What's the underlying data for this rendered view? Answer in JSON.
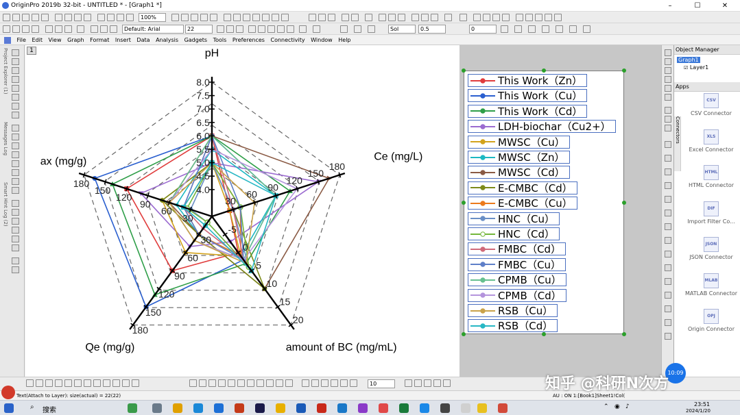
{
  "window": {
    "title": "OriginPro 2019b 32-bit - UNTITLED * - [Graph1 *]",
    "minimize": "–",
    "maximize": "☐",
    "close": "✕"
  },
  "toolbar": {
    "zoom": "100%",
    "font": "Default: Arial",
    "font_size": "22",
    "line_style": "Sol",
    "line_width": "0.5",
    "plot_offset": "0",
    "bottom_size": "10"
  },
  "menu": [
    "File",
    "Edit",
    "View",
    "Graph",
    "Format",
    "Insert",
    "Data",
    "Analysis",
    "Gadgets",
    "Tools",
    "Preferences",
    "Connectivity",
    "Window",
    "Help"
  ],
  "left_tabs": [
    "Project Explorer (1)",
    "Messages Log",
    "Smart Hint Log (2)"
  ],
  "layer_number": "1",
  "chart_data": {
    "type": "radar",
    "axes": [
      {
        "label": "pH",
        "ticks": [
          "4.0",
          "4.5",
          "5.0",
          "5.5",
          "6.0",
          "6.5",
          "7.0",
          "7.5",
          "8.0"
        ],
        "range": [
          3.0,
          8.0
        ]
      },
      {
        "label": "Ce (mg/L)",
        "ticks": [
          "30",
          "60",
          "90",
          "120",
          "150",
          "180"
        ],
        "range": [
          0,
          180
        ]
      },
      {
        "label": "amount of BC (mg/mL)",
        "ticks": [
          "-5",
          "0",
          "5",
          "10",
          "15",
          "20"
        ],
        "range": [
          -10,
          20
        ]
      },
      {
        "label": "Qe (mg/g)",
        "ticks": [
          "30",
          "60",
          "90",
          "120",
          "150",
          "180"
        ],
        "range": [
          0,
          180
        ]
      },
      {
        "label": "ax (mg/g)",
        "ticks": [
          "30",
          "60",
          "90",
          "120",
          "150",
          "180"
        ],
        "range": [
          0,
          180
        ]
      }
    ],
    "series": [
      {
        "name": "This Work（Zn）",
        "color": "#e03c3c",
        "marker": "square",
        "values": [
          6.0,
          25,
          0,
          90,
          120
        ]
      },
      {
        "name": "This Work（Cu）",
        "color": "#2a5fcf",
        "marker": "circle",
        "values": [
          6.0,
          90,
          2,
          150,
          165
        ]
      },
      {
        "name": "This Work（Cd）",
        "color": "#2e9e48",
        "marker": "triangle",
        "values": [
          6.0,
          110,
          3,
          130,
          140
        ]
      },
      {
        "name": "LDH-biochar（Cu2+）",
        "color": "#9b6bd0",
        "marker": "triangle-down",
        "values": [
          5.0,
          150,
          -3,
          50,
          100
        ]
      },
      {
        "name": "MWSC（Cu）",
        "color": "#d2a21c",
        "marker": "diamond",
        "values": [
          5.0,
          25,
          1,
          60,
          70
        ]
      },
      {
        "name": "MWSC（Zn）",
        "color": "#1cb8c2",
        "marker": "triangle-left",
        "values": [
          5.5,
          90,
          1,
          30,
          50
        ]
      },
      {
        "name": "MWSC（Cd）",
        "color": "#8a5a44",
        "marker": "triangle-right",
        "values": [
          6.0,
          165,
          10,
          30,
          60
        ]
      },
      {
        "name": "E-CMBC（Cd）",
        "color": "#7d8a1a",
        "marker": "hexagon",
        "values": [
          5.0,
          30,
          10,
          30,
          70
        ]
      },
      {
        "name": "E-CMBC（Cu）",
        "color": "#ec7a1c",
        "marker": "star",
        "values": [
          5.0,
          40,
          1,
          30,
          40
        ]
      },
      {
        "name": "HNC（Cu）",
        "color": "#6a8fc6",
        "marker": "pentagon",
        "values": [
          5.0,
          30,
          4,
          10,
          30
        ]
      },
      {
        "name": "HNC（Cd）",
        "color": "#73b63a",
        "marker": "circle-open",
        "values": [
          5.0,
          40,
          4,
          10,
          35
        ]
      },
      {
        "name": "FMBC（Cd）",
        "color": "#d06a7a",
        "marker": "vline",
        "values": [
          6.0,
          30,
          2,
          20,
          40
        ]
      },
      {
        "name": "FMBC（Cu）",
        "color": "#5e7fc8",
        "marker": "x",
        "values": [
          6.0,
          40,
          2,
          30,
          40
        ]
      },
      {
        "name": "CPMB（Cu）",
        "color": "#66c08f",
        "marker": "asterisk",
        "values": [
          6.0,
          90,
          2,
          40,
          60
        ]
      },
      {
        "name": "CPMB（Cd）",
        "color": "#b494dc",
        "marker": "dash",
        "values": [
          5.5,
          120,
          2,
          40,
          60
        ]
      },
      {
        "name": "RSB（Cu）",
        "color": "#c9a24a",
        "marker": "vline",
        "values": [
          5.0,
          60,
          3,
          40,
          60
        ]
      },
      {
        "name": "RSB（Cd）",
        "color": "#27b7c4",
        "marker": "square",
        "values": [
          5.0,
          90,
          5,
          15,
          40
        ]
      }
    ]
  },
  "object_manager": {
    "title": "Object Manager",
    "graph": "Graph1",
    "layer": "Layer1"
  },
  "apps": {
    "title": "Apps",
    "side_tab": "Connectors",
    "items": [
      {
        "icon": "CSV",
        "label": "CSV Connector"
      },
      {
        "icon": "XLS",
        "label": "Excel Connector"
      },
      {
        "icon": "HTML",
        "label": "HTML Connector"
      },
      {
        "icon": "DIF",
        "label": "Import Filter Co..."
      },
      {
        "icon": "JSON",
        "label": "JSON Connector"
      },
      {
        "icon": "MLAB",
        "label": "MATLAB Connector"
      },
      {
        "icon": "OPJ",
        "label": "Origin Connector"
      }
    ]
  },
  "status": {
    "hint": "Text(Attach to Layer): size(actual) = 22(22)",
    "right": "AU : ON   1:[Book1]Sheet1!Col(",
    "clock_badge": "10:09"
  },
  "taskbar": {
    "search": "搜索",
    "time": "23:51",
    "date": "2024/1/20"
  },
  "watermark": "知乎 @科研N次方"
}
